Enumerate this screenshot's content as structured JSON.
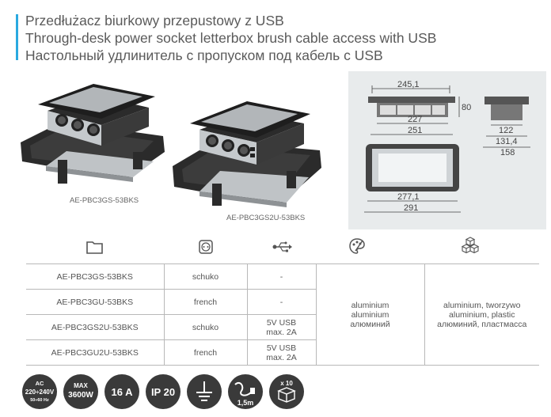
{
  "header": {
    "accent_color": "#2aa9e0",
    "title_pl": "Przedłużacz biurkowy przepustowy z USB",
    "title_en": "Through-desk power socket letterbox brush cable access with USB",
    "title_ru": "Настольный удлинитель с пропуском под кабель с USB"
  },
  "products": [
    {
      "label": "AE-PBC3GS-53BKS"
    },
    {
      "label": "AE-PBC3GS2U-53BKS"
    }
  ],
  "drawing": {
    "dims": [
      "245,1",
      "80",
      "227",
      "251",
      "122",
      "131,4",
      "158",
      "277,1",
      "291"
    ]
  },
  "column_icons": [
    "folder-icon",
    "schuko-socket-icon",
    "usb-icon",
    "palette-icon",
    "cubes-icon"
  ],
  "table": {
    "rows": [
      {
        "model": "AE-PBC3GS-53BKS",
        "socket": "schuko",
        "usb": "-"
      },
      {
        "model": "AE-PBC3GU-53BKS",
        "socket": "french",
        "usb": "-"
      },
      {
        "model": "AE-PBC3GS2U-53BKS",
        "socket": "schuko",
        "usb_l1": "5V USB",
        "usb_l2": "max. 2A"
      },
      {
        "model": "AE-PBC3GU2U-53BKS",
        "socket": "french",
        "usb_l1": "5V USB",
        "usb_l2": "max. 2A"
      }
    ],
    "material": [
      "aluminium",
      "aluminium",
      "алюминий"
    ],
    "material2": [
      "aluminium, tworzywo",
      "aluminium, plastic",
      "алюминий, пластмасса"
    ]
  },
  "badges": {
    "ac_l1": "AC",
    "ac_l2": "220÷240V",
    "ac_l3": "50÷60 Hz",
    "max_l1": "MAX",
    "max_l2": "3600W",
    "current": "16 A",
    "ip": "IP 20",
    "cable": "1,5m",
    "pack_l1": "x 10"
  }
}
